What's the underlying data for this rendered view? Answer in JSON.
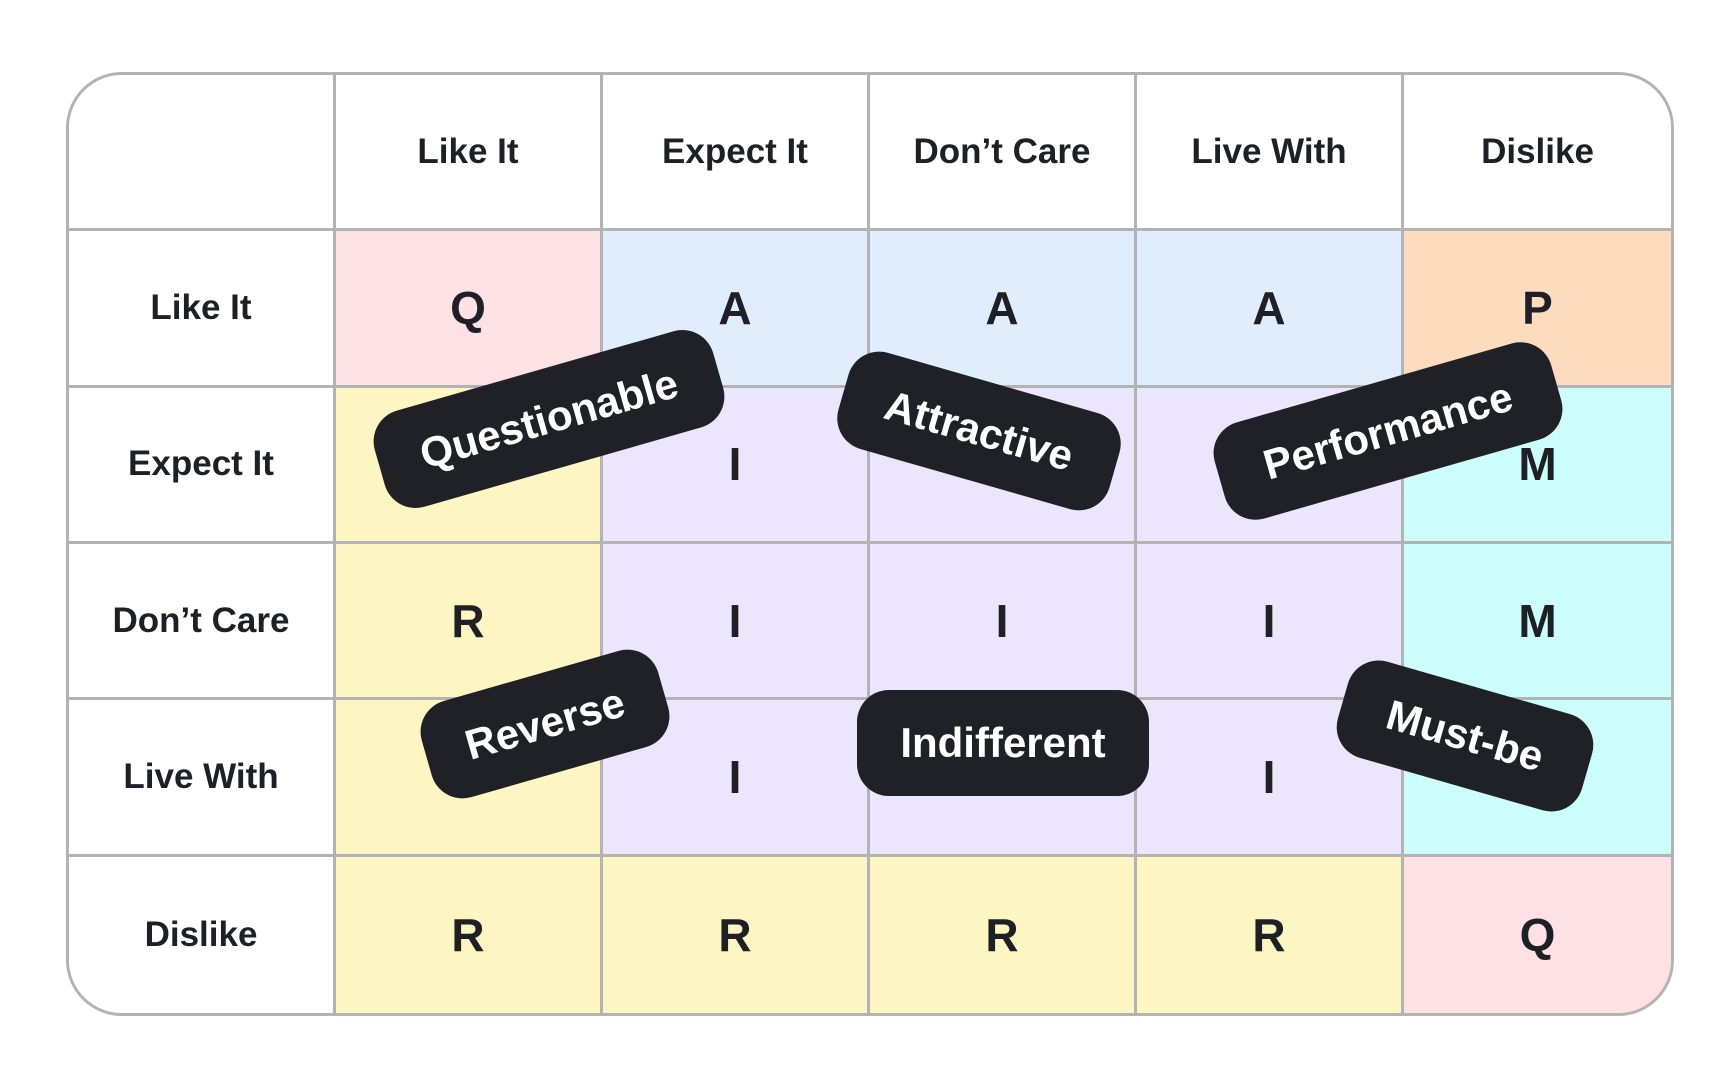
{
  "title": "Kano Model Evaluation Table",
  "column_headers": [
    "Like It",
    "Expect It",
    "Don’t Care",
    "Live With",
    "Dislike"
  ],
  "row_headers": [
    "Like It",
    "Expect It",
    "Don’t Care",
    "Live With",
    "Dislike"
  ],
  "cells": [
    [
      "Q",
      "A",
      "A",
      "A",
      "P"
    ],
    [
      "",
      "I",
      "",
      "",
      "M"
    ],
    [
      "R",
      "I",
      "I",
      "I",
      "M"
    ],
    [
      "",
      "I",
      "",
      "I",
      ""
    ],
    [
      "R",
      "R",
      "R",
      "R",
      "Q"
    ]
  ],
  "colors": {
    "Q": "#fde1e4",
    "A": "#dfedfd",
    "P": "#fddbbe",
    "R": "#fdf6c3",
    "I": "#ebe6fd",
    "M": "#cbfdfa",
    "header": "#ffffff",
    "badge": "#202127",
    "badge_text": "#ffffff",
    "grid_line": "#b3b3b3"
  },
  "cell_categories": [
    [
      "Q",
      "A",
      "A",
      "A",
      "P"
    ],
    [
      "R",
      "I",
      "I",
      "I",
      "M"
    ],
    [
      "R",
      "I",
      "I",
      "I",
      "M"
    ],
    [
      "R",
      "I",
      "I",
      "I",
      "M"
    ],
    [
      "R",
      "R",
      "R",
      "R",
      "Q"
    ]
  ],
  "badges": [
    {
      "key": "questionable",
      "label": "Questionable"
    },
    {
      "key": "attractive",
      "label": "Attractive"
    },
    {
      "key": "performance",
      "label": "Performance"
    },
    {
      "key": "reverse",
      "label": "Reverse"
    },
    {
      "key": "indifferent",
      "label": "Indifferent"
    },
    {
      "key": "must-be",
      "label": "Must-be"
    }
  ]
}
